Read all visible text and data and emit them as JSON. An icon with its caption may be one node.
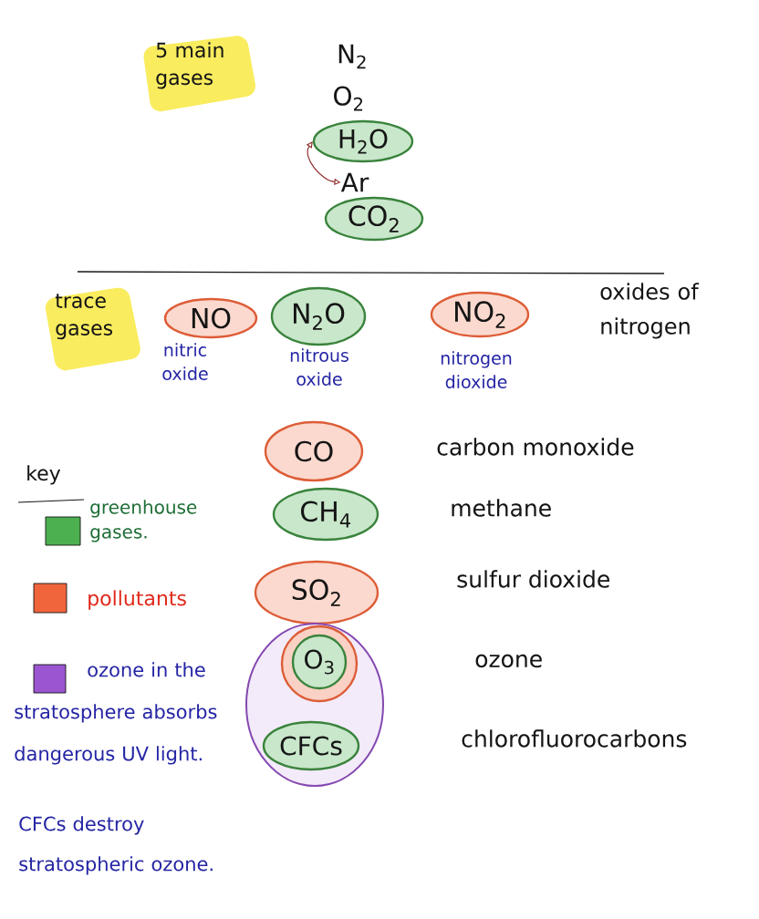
{
  "diagram": {
    "nodes": [
      {
        "text": [
          "H$_{2}$O"
        ]
      },
      {
        "text": [
          "Ar"
        ]
      },
      {
        "text": [
          "CO$_{2}$"
        ]
      },
      {
        "text": [
          "NO"
        ],
        "beside": [
          "nitric oxide"
        ]
      },
      {
        "text": [
          "N$_{2}$O"
        ],
        "beside": [
          "nitrous oxide"
        ]
      },
      {
        "text": [
          "NO$_{2}$"
        ],
        "beside": [
          "nitrogen dioxide"
        ]
      },
      {
        "text": [
          "CO"
        ],
        "beside": [
          "carbon monoxide"
        ]
      },
      {
        "text": [
          "CH$_{4}$"
        ],
        "beside": [
          "methane"
        ]
      },
      {
        "text": [
          "SO$_{2}$"
        ],
        "beside": [
          "sulfur dioxide"
        ]
      },
      {
        "text": [],
        "shape": "ellipse"
      },
      {
        "text": [],
        "shape": "circle",
        "in": 9
      },
      {
        "text": [
          "O$_{3}$"
        ],
        "in": 10
      },
      {
        "text": [
          "CFCs"
        ],
        "in": 9
      }
    ],
    "edges": [
      {
        "from": 0,
        "to": 1,
        "arrow": "both",
        "color": "#8b2323"
      }
    ],
    "labels": [
      "5 main gases",
      "N$_{2}$",
      "O$_{2}$",
      "trace gases",
      "oxides of nitrogen",
      "key",
      "ozone",
      "chlorofluorocarbons",
      "CFCs destroy stratospheric ozone."
    ],
    "legend": [
      {
        "text": "greenhouse gases.",
        "color": "#4caf50"
      },
      {
        "text": "pollutants",
        "color": "#f0653c"
      },
      {
        "text": "ozone in the stratosphere absorbs dangerous UV light.",
        "color": "#9b55d0"
      }
    ]
  }
}
